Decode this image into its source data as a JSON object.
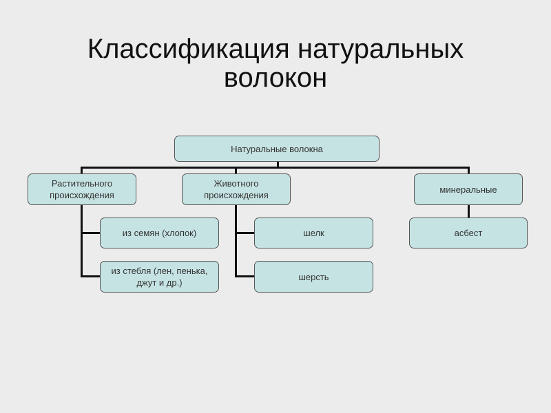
{
  "title": {
    "line1": "Классификация натуральных",
    "line2": "волокон"
  },
  "diagram": {
    "root": "Натуральные волокна",
    "plant": {
      "label1": "Растительного",
      "label2": "происхождения",
      "children": [
        "из семян (хлопок)",
        "из стебля (лен, пенька, джут и др.)"
      ]
    },
    "animal": {
      "label1": "Животного",
      "label2": "происхождения",
      "children": [
        "шелк",
        "шерсть"
      ]
    },
    "mineral": {
      "label": "минеральные",
      "children": [
        "асбест"
      ]
    }
  }
}
